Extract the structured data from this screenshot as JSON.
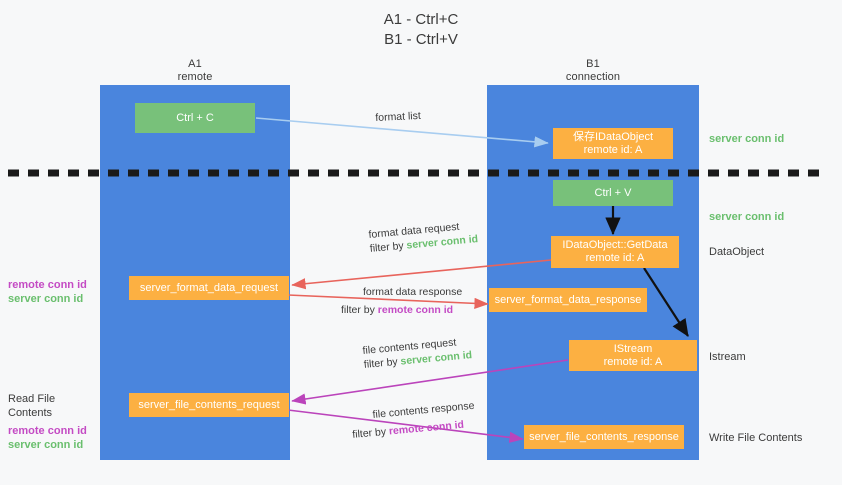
{
  "title": {
    "line1": "A1 - Ctrl+C",
    "line2": "B1 - Ctrl+V"
  },
  "colors": {
    "lane": "#4a85dd",
    "box_orange": "#fcb042",
    "box_green": "#78c17a",
    "text_green": "#6abf6e",
    "text_magenta": "#c44bc4",
    "arrow_blue": "#a8cdf0",
    "arrow_red": "#e8645c",
    "arrow_magenta": "#bb44bb",
    "arrow_black": "#111111",
    "background": "#f7f8f9",
    "text_dark": "#3b3b3b"
  },
  "lanes": [
    {
      "id": "a1",
      "caption_line1": "A1",
      "caption_line2": "remote"
    },
    {
      "id": "b1",
      "caption_line1": "B1",
      "caption_line2": "connection"
    }
  ],
  "nodes": {
    "ctrl_c": {
      "line1": "Ctrl + C",
      "line2": ""
    },
    "save_idataobject": {
      "line1": "保存IDataObject",
      "line2": "remote id: A"
    },
    "ctrl_v": {
      "line1": "Ctrl + V",
      "line2": ""
    },
    "getdata": {
      "line1": "IDataObject::GetData",
      "line2": "remote id: A"
    },
    "format_data_request": {
      "line1": "server_format_data_request",
      "line2": ""
    },
    "format_data_response": {
      "line1": "server_format_data_response",
      "line2": ""
    },
    "istream": {
      "line1": "IStream",
      "line2": "remote id: A"
    },
    "file_contents_request": {
      "line1": "server_file_contents_request",
      "line2": ""
    },
    "file_contents_response": {
      "line1": "server_file_contents_response",
      "line2": ""
    }
  },
  "edge_labels": {
    "format_list": "format list",
    "format_data_request_l1": "format data request",
    "format_data_request_l2_pre": "filter by ",
    "format_data_request_l2_key": "server conn id",
    "format_data_response_l1": "format data response",
    "format_data_response_l2_pre": "filter by ",
    "format_data_response_l2_key": "remote conn id",
    "file_contents_request_l1": "file contents request",
    "file_contents_request_l2_pre": "filter by ",
    "file_contents_request_l2_key": "server conn id",
    "file_contents_response_l1": "file contents response",
    "file_contents_response_l2_pre": "filter by ",
    "file_contents_response_l2_key": "remote conn id"
  },
  "right_labels": {
    "server_conn_id_top": "server conn id",
    "server_conn_id_mid": "server conn id",
    "dataobject": "DataObject",
    "istream": "Istream",
    "write_file_contents": "Write File Contents"
  },
  "left_labels": {
    "remote_conn_id_1": "remote conn id",
    "server_conn_id_1": "server conn id",
    "read_file_contents": "Read File Contents",
    "remote_conn_id_2": "remote conn id",
    "server_conn_id_2": "server conn id"
  }
}
